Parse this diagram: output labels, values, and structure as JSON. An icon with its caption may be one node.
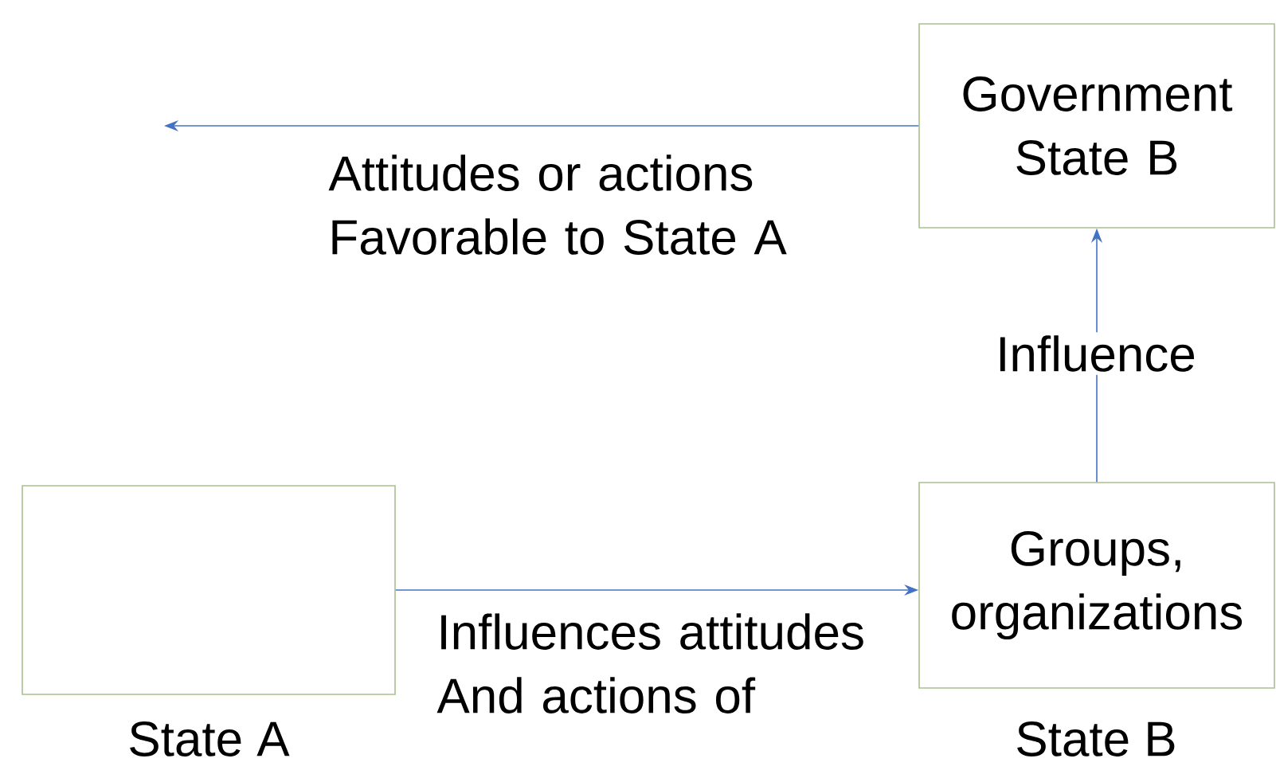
{
  "diagram": {
    "nodes": [
      {
        "text": [
          "Government State B"
        ]
      },
      {
        "text": [],
        "shape": "box",
        "beside": [
          "State A"
        ]
      },
      {
        "text": [
          "Groups, organizations"
        ],
        "beside": [
          "State B"
        ]
      }
    ],
    "edges": [
      {
        "from": 0,
        "to": null,
        "arrow": "to",
        "label": "Attitudes or actions Favorable to State A"
      },
      {
        "from": 1,
        "to": 2,
        "arrow": "to",
        "label": "Influences attitudes And actions of"
      },
      {
        "from": 2,
        "to": 0,
        "arrow": "to",
        "label": "Influence"
      }
    ]
  }
}
